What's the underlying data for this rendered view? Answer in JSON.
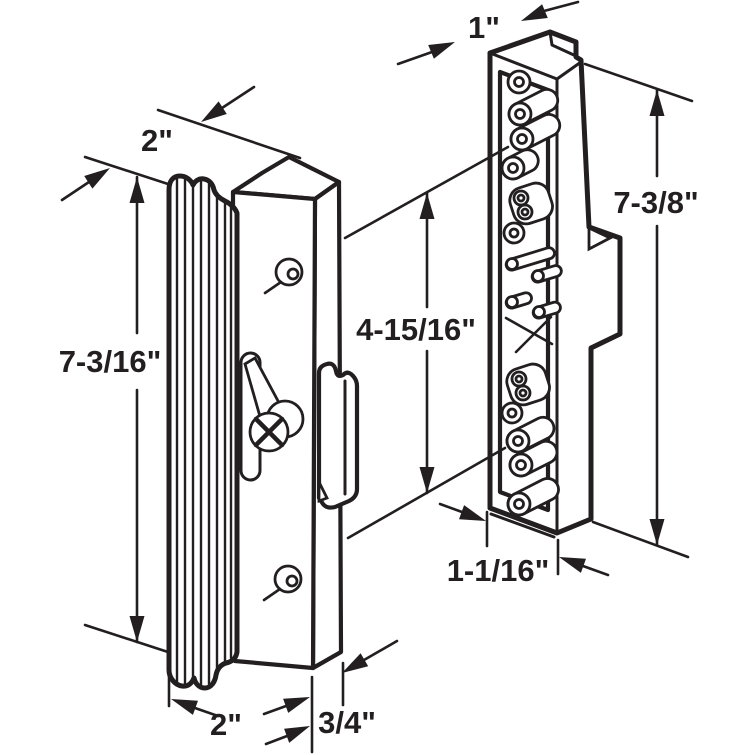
{
  "diagram": {
    "title": "Sliding glass door handle set - dimension line drawing",
    "ink_color": "#231f20",
    "background_color": "#ffffff",
    "parts": {
      "left": "outside pull handle with latch lever and hook keeper",
      "right": "inside latch unit with spring pins"
    },
    "dims": {
      "handle_depth_top": "2\"",
      "latch_width_top": "1\"",
      "handle_height": "7-3/16\"",
      "pin_spacing": "4-15/16\"",
      "latch_height": "7-3/8\"",
      "latch_width_bottom": "1-1/16\"",
      "handle_width_bottom": "2\"",
      "handle_depth_bottom": "3/4\""
    }
  }
}
